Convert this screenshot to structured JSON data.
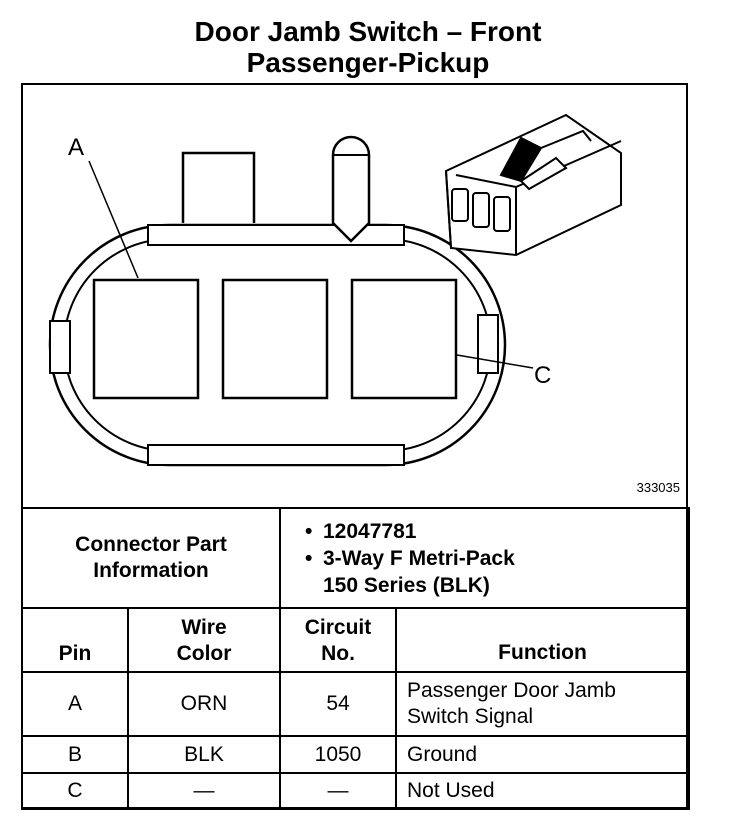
{
  "title": {
    "line1": "Door Jamb Switch – Front",
    "line2": "Passenger-Pickup"
  },
  "diagram": {
    "callout_a": "A",
    "callout_c": "C",
    "figure_number": "333035"
  },
  "connector_info": {
    "label_line1": "Connector Part",
    "label_line2": "Information",
    "bullet": "•",
    "part_number": "12047781",
    "description_line1": "3-Way F Metri-Pack",
    "description_line2": "150 Series (BLK)"
  },
  "table": {
    "headers": {
      "pin": "Pin",
      "wire_line1": "Wire",
      "wire_line2": "Color",
      "circuit_line1": "Circuit",
      "circuit_line2": "No.",
      "function": "Function"
    },
    "rows": [
      {
        "pin": "A",
        "wire": "ORN",
        "circuit": "54",
        "function_line1": "Passenger Door Jamb",
        "function_line2": "Switch Signal"
      },
      {
        "pin": "B",
        "wire": "BLK",
        "circuit": "1050",
        "function_line1": "Ground",
        "function_line2": ""
      },
      {
        "pin": "C",
        "wire": "—",
        "circuit": "—",
        "function_line1": "Not Used",
        "function_line2": ""
      }
    ]
  }
}
